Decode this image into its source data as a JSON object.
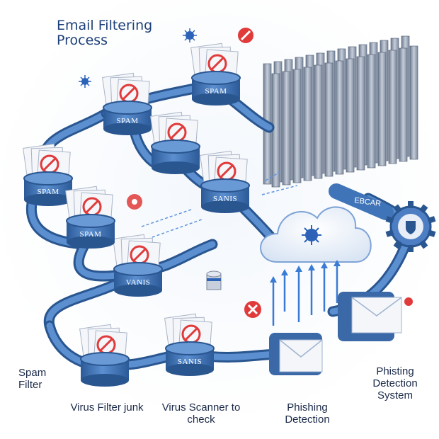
{
  "title": "Email Filtering Process",
  "colors": {
    "pipe": "#3f74b9",
    "pipe_dark": "#2a5690",
    "drum": "#3d6fb3",
    "block": "#e03a3a",
    "paper": "#f4f6fa",
    "server": "#8d99ab",
    "arrow": "#3a7bd5"
  },
  "nodes": [
    {
      "label": "SPAM"
    },
    {
      "label": "SPAM"
    },
    {
      "label": "SPAM"
    },
    {
      "label": "SANIS"
    },
    {
      "label": ""
    },
    {
      "label": "VANIS"
    },
    {
      "label": "SPAM"
    },
    {
      "label": "SANIS"
    },
    {
      "label": ""
    }
  ],
  "server_label": "EBCAR",
  "captions": {
    "spam_filter": "Spam Filter",
    "virus_filter": "Virus Filter junk",
    "virus_scanner": "Virus Scanner to check",
    "phishing_detection": "Phishing Detection",
    "phishing_system": "Phisting Detection System"
  },
  "icons": [
    "virus-icon",
    "block-icon",
    "cloud-icon",
    "gear-icon",
    "envelope-icon",
    "server-rack-icon",
    "arrow-icon"
  ]
}
